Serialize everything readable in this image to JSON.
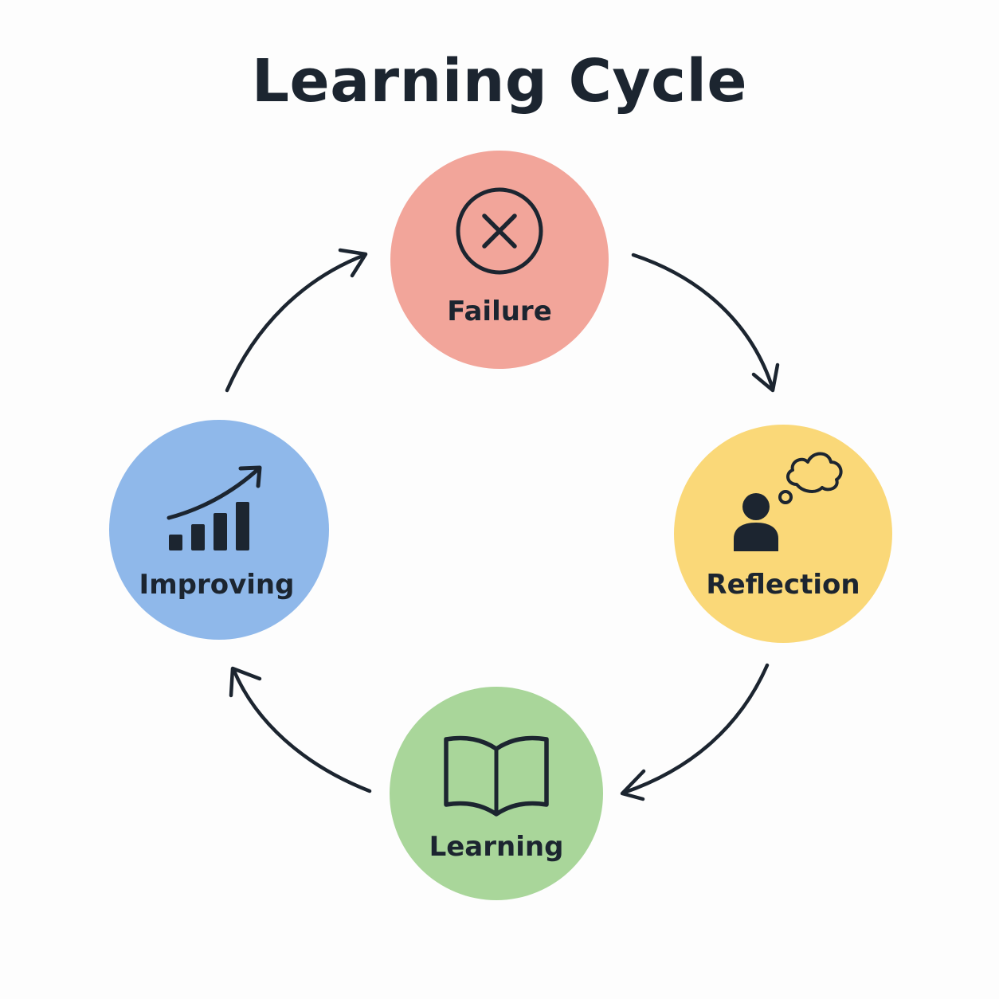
{
  "title": "Learning Cycle",
  "nodes": [
    {
      "id": "failure",
      "label": "Failure",
      "icon": "x-circle-icon",
      "color": "#f2a59a"
    },
    {
      "id": "reflection",
      "label": "Reflection",
      "icon": "person-thinking-icon",
      "color": "#fad878"
    },
    {
      "id": "learning",
      "label": "Learning",
      "icon": "open-book-icon",
      "color": "#a9d69a"
    },
    {
      "id": "improving",
      "label": "Improving",
      "icon": "growth-chart-icon",
      "color": "#8fb8ea"
    }
  ],
  "flow": [
    "failure",
    "reflection",
    "learning",
    "improving",
    "failure"
  ]
}
